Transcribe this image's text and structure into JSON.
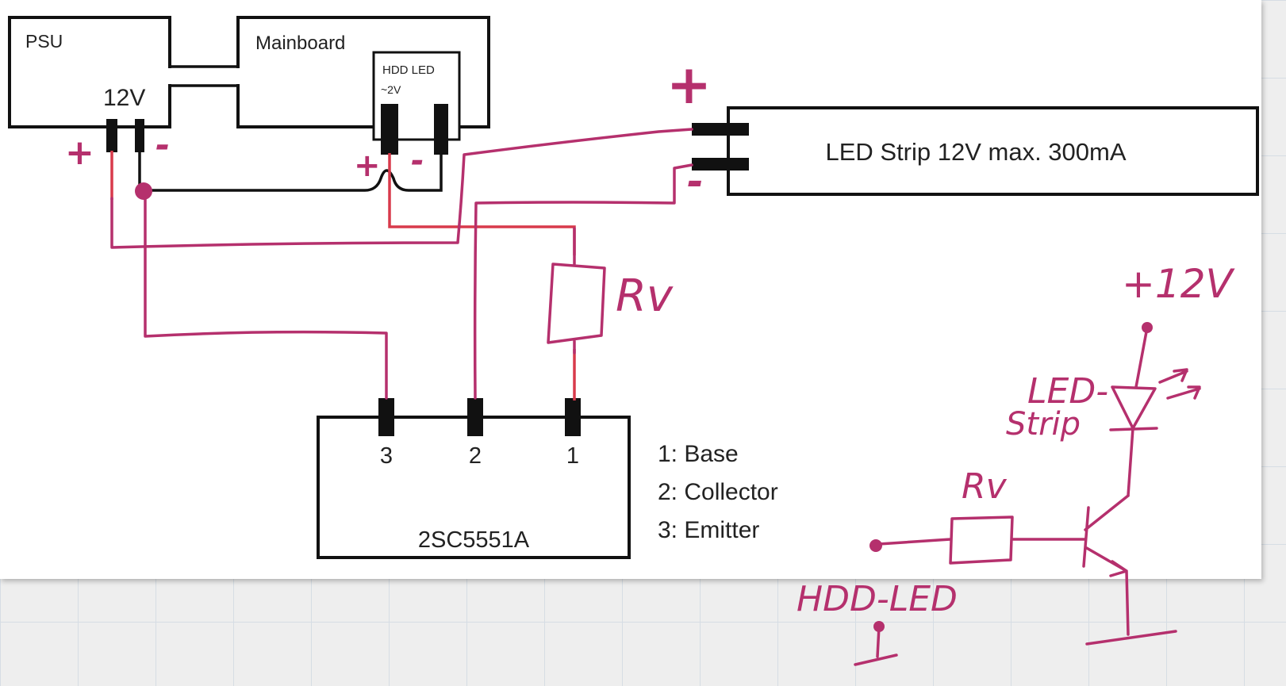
{
  "components": {
    "psu": "PSU",
    "psu_voltage": "12V",
    "mainboard": "Mainboard",
    "hdd_led_title": "HDD LED",
    "hdd_led_voltage": "~2V",
    "led_strip": "LED Strip 12V max. 300mA",
    "transistor": "2SC5551A"
  },
  "transistor_pins": [
    "3",
    "2",
    "1"
  ],
  "pin_legend": [
    "1: Base",
    "2: Collector",
    "3: Emitter"
  ],
  "handwritten": {
    "psu_plus": "+",
    "psu_minus": "-",
    "hdd_plus": "+",
    "hdd_minus": "-",
    "strip_plus": "+",
    "strip_minus": "-",
    "rv_main": "Rv",
    "schematic_supply": "+12V",
    "schematic_led": "LED-",
    "schematic_strip": "Strip",
    "schematic_rv": "Rv",
    "schematic_hdd": "HDD-LED"
  },
  "colors": {
    "ink": "#b5306d",
    "red_wire": "#d83a4b",
    "black_wire": "#111111"
  }
}
